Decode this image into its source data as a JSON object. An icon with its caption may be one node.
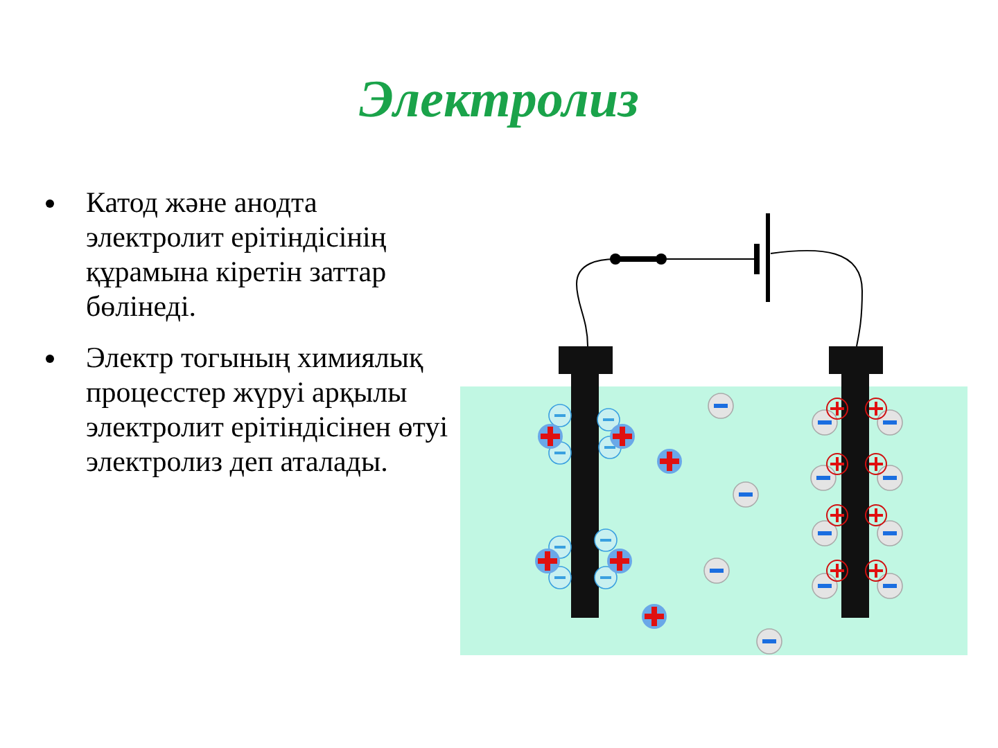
{
  "diagram": {
    "title": "Электролиз",
    "labels": [
      "Катод және анодта электролит ерітіндісінің құрамына кіретін заттар бөлінеді.",
      "Электр тогының химиялық процесстер жүруі арқылы электролит ерітіндісінен өтуі электролиз деп аталады."
    ]
  }
}
